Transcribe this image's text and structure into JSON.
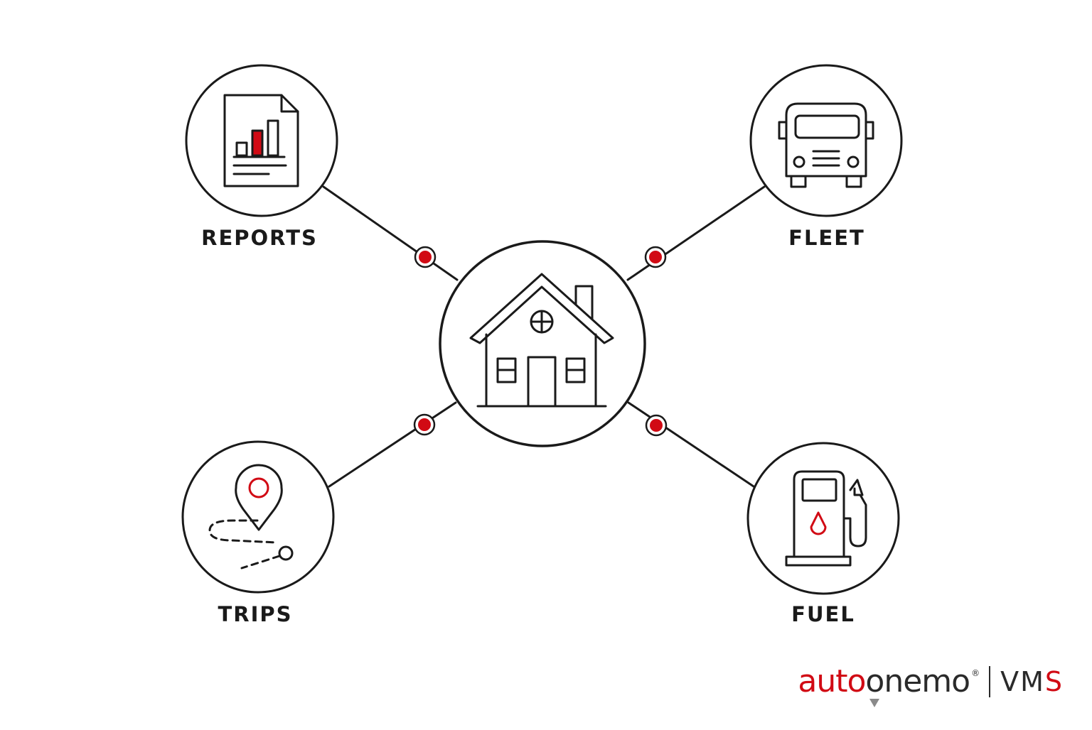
{
  "nodes": {
    "center": {
      "icon": "house-icon"
    },
    "reports": {
      "label": "REPORTS",
      "icon": "report-chart-icon"
    },
    "fleet": {
      "label": "FLEET",
      "icon": "truck-icon"
    },
    "trips": {
      "label": "TRIPS",
      "icon": "map-pin-route-icon"
    },
    "fuel": {
      "label": "FUEL",
      "icon": "fuel-pump-icon"
    }
  },
  "brand": {
    "name_part1": "auto",
    "name_o": "o",
    "name_part2": "nemo",
    "registered": "®",
    "product_part1": "VM",
    "product_part2": "S"
  },
  "colors": {
    "accent": "#d10a14",
    "line": "#1a1a1a",
    "text": "#1a1a1a",
    "background": "#ffffff"
  }
}
